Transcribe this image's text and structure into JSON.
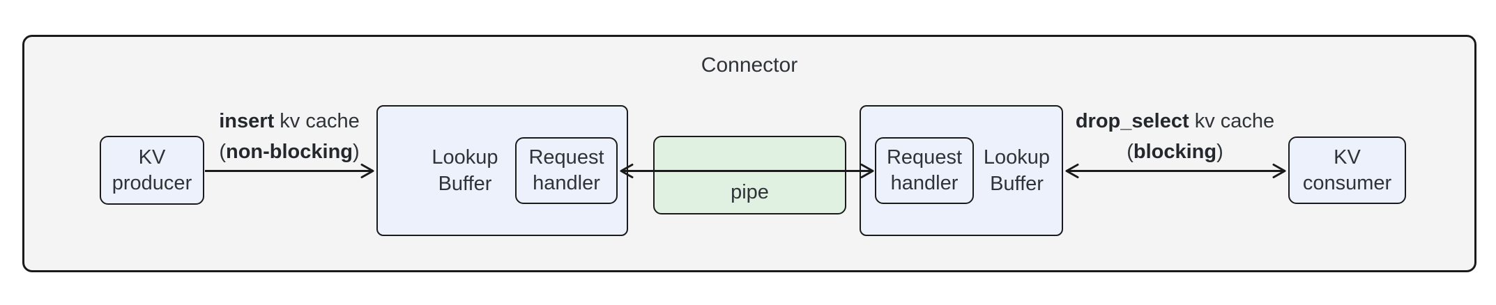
{
  "title": "Connector",
  "colors": {
    "canvas_bg": "#ffffff",
    "container_bg": "#f4f4f4",
    "container_border": "#1a1a1a",
    "node_bg": "#edf1fb",
    "pipe_bg": "#e0f1e2",
    "arrow": "#1a1a1a",
    "text": "#2f3337"
  },
  "nodes": {
    "kv_producer": {
      "line1": "KV",
      "line2": "producer"
    },
    "lookup_buffer_left": {
      "line1": "Lookup",
      "line2": "Buffer"
    },
    "request_handler_left": {
      "line1": "Request",
      "line2": "handler"
    },
    "pipe": {
      "label": "pipe"
    },
    "request_handler_right": {
      "line1": "Request",
      "line2": "handler"
    },
    "lookup_buffer_right": {
      "line1": "Lookup",
      "line2": "Buffer"
    },
    "kv_consumer": {
      "line1": "KV",
      "line2": "consumer"
    }
  },
  "edges": {
    "insert": {
      "line1_bold": "insert",
      "line1_rest": " kv cache",
      "line2_pre": "(",
      "line2_bold": "non-blocking",
      "line2_post": ")"
    },
    "drop_select": {
      "line1_bold": "drop_select",
      "line1_rest": " kv cache",
      "line2_pre": "(",
      "line2_bold": "blocking",
      "line2_post": ")"
    }
  }
}
